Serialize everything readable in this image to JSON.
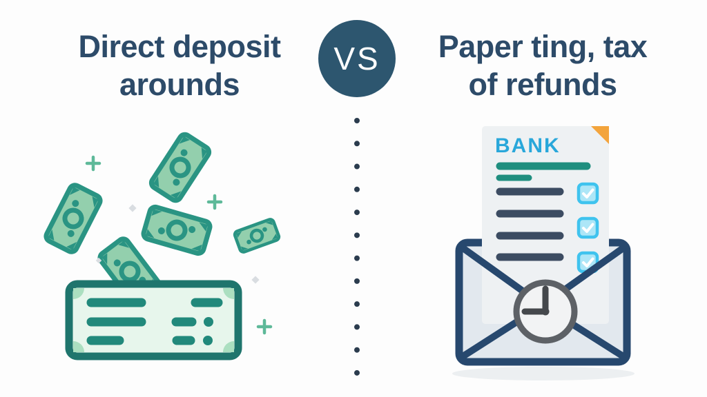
{
  "page": {
    "type": "comparison-infographic",
    "background": "#fdfdfd"
  },
  "header": {
    "left_title": {
      "line1": "Direct deposit",
      "line2": "arounds"
    },
    "vs_badge": {
      "label": "VS",
      "bg": "#2d566f",
      "text_color": "#ffffff"
    },
    "right_title": {
      "line1": "Paper ting, tax",
      "line2": "of refunds"
    },
    "title_color": "#2d4b69"
  },
  "divider": {
    "style": "vertical-dotted-line",
    "dot_color": "#2b3c4e",
    "dot_count": 12
  },
  "left_illustration": {
    "name": "falling-money-bills-into-deposit-check",
    "icons": [
      "money-bill-icon",
      "check-slip-icon",
      "plus-sparkle-icon",
      "diamond-sparkle-icon"
    ],
    "bill_count": 5,
    "colors": {
      "bill_fill": "#93cfad",
      "bill_stroke": "#2a9483",
      "check_fill": "#e7f6ec",
      "check_stroke": "#1f756d",
      "check_lines": "#21897b",
      "corner_accent": "#abdfc0",
      "sparkle_green": "#5eb999",
      "sparkle_gray": "#d9dde1"
    }
  },
  "right_illustration": {
    "name": "mailed-bank-statement-with-clock",
    "bank_label": "BANK",
    "icons": [
      "bank-statement-icon",
      "folded-corner-icon",
      "checkbox-checked-icon",
      "envelope-icon",
      "clock-icon"
    ],
    "checkbox_count": 3,
    "colors": {
      "paper": "#eef1f3",
      "folded_corner": "#f3a43c",
      "bank_text": "#29a7da",
      "teal_line": "#1f8e7f",
      "slate_line": "#3c4c62",
      "checkbox_stroke": "#3fc3ee",
      "checkbox_fill": "#ade6f7",
      "envelope_fill": "#e2e8ee",
      "envelope_border": "#27486e",
      "clock_ring": "#5d6166",
      "clock_hands": "#45484c"
    }
  }
}
